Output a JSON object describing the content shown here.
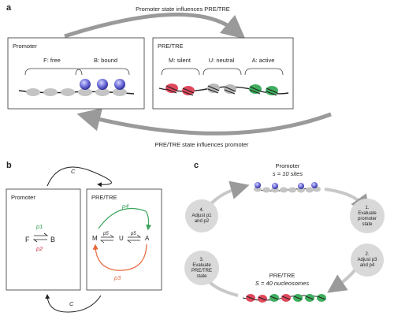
{
  "panel_a": {
    "letter": "a",
    "top_arrow_label": "Promoter state influences PRE/TRE",
    "bottom_arrow_label": "PRE/TRE state influences promoter",
    "promoter_box": {
      "title": "Promoter",
      "group_free": "F: free",
      "group_bound": "B: bound"
    },
    "pre_box": {
      "title": "PRE/TRE",
      "group_silent": "M: silent",
      "group_neutral": "U: neutral",
      "group_active": "A: active"
    }
  },
  "panel_b": {
    "letter": "b",
    "top_arrow_label": "C",
    "bottom_arrow_label": "C",
    "promoter_box": {
      "title": "Promoter",
      "state_f": "F",
      "state_b": "B",
      "rate_p1": "p1",
      "rate_p2": "p2"
    },
    "pre_box": {
      "title": "PRE/TRE",
      "state_m": "M",
      "state_u": "U",
      "state_a": "A",
      "rate_p5_left": "p5",
      "rate_p5_right": "p5",
      "rate_p4": "p4",
      "rate_p3": "p3"
    }
  },
  "panel_c": {
    "letter": "c",
    "promoter_title": "Promoter",
    "promoter_sites": "s = 10 sites",
    "pre_title": "PRE/TRE",
    "pre_nucleosomes": "S = 40 nucleosomes",
    "step1": [
      "1.",
      "Evaluate",
      "promoter",
      "state"
    ],
    "step2": [
      "2.",
      "Adjust p3",
      "and p4"
    ],
    "step3": [
      "3.",
      "Evaluate",
      "PRE/TRE",
      "state"
    ],
    "step4": [
      "4.",
      "Adjust p1",
      "and p2"
    ]
  },
  "colors": {
    "arrow_gray": "#9a9a9a",
    "nucleosome_gray": "#c4c4c4",
    "bound_blue": "#6f6fd8",
    "silent_red": "#e0485c",
    "active_green": "#3fae5e",
    "p1_green": "#2f9e4f",
    "p2_red": "#d2334a",
    "p3_orange": "#e8663a",
    "p4_green": "#3aa35a",
    "step_circle": "#d9d9d9"
  }
}
